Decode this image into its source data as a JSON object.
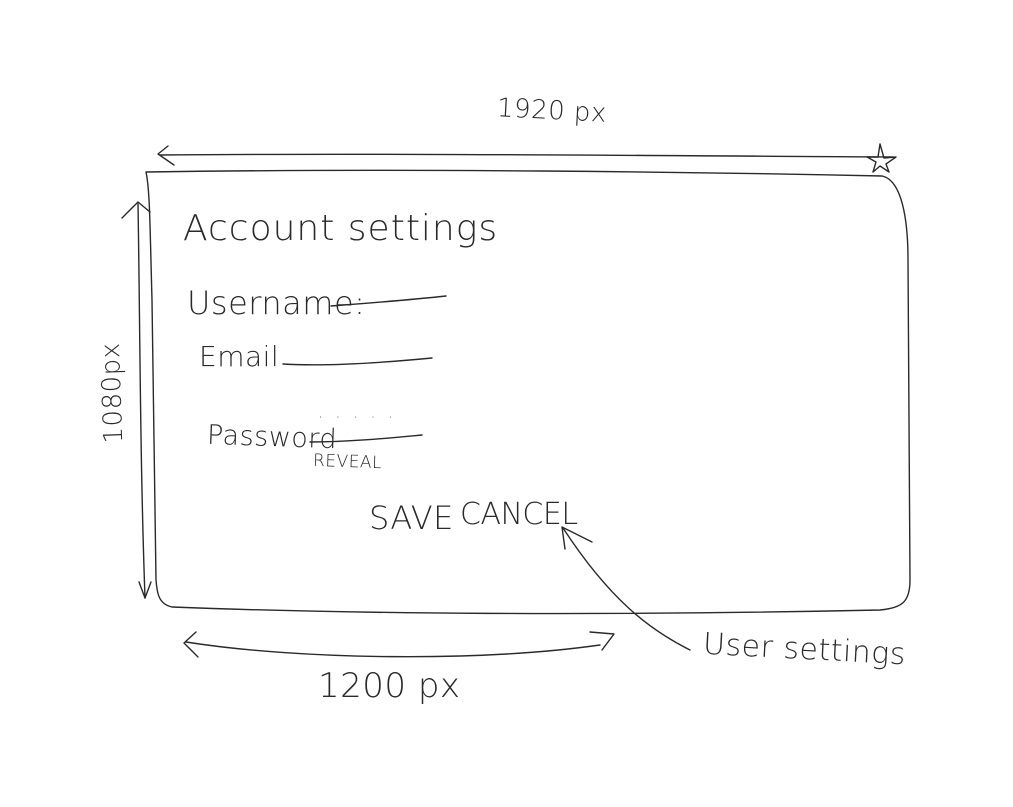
{
  "dimensions": {
    "width_label": "1920 px",
    "height_label": "1080px",
    "inner_width_label": "1200 px"
  },
  "form": {
    "title": "Account settings",
    "username_label": "Username:",
    "email_label": "Email",
    "password_label": "Password",
    "password_value": "· · · · ·",
    "reveal_label": "REVEAL",
    "save_label": "SAVE",
    "cancel_label": "CANCEL"
  },
  "annotation": {
    "label": "User settings"
  },
  "icons": {
    "corner": "star-icon"
  },
  "colors": {
    "ink": "#2a2a2a",
    "paper": "#ffffff"
  }
}
